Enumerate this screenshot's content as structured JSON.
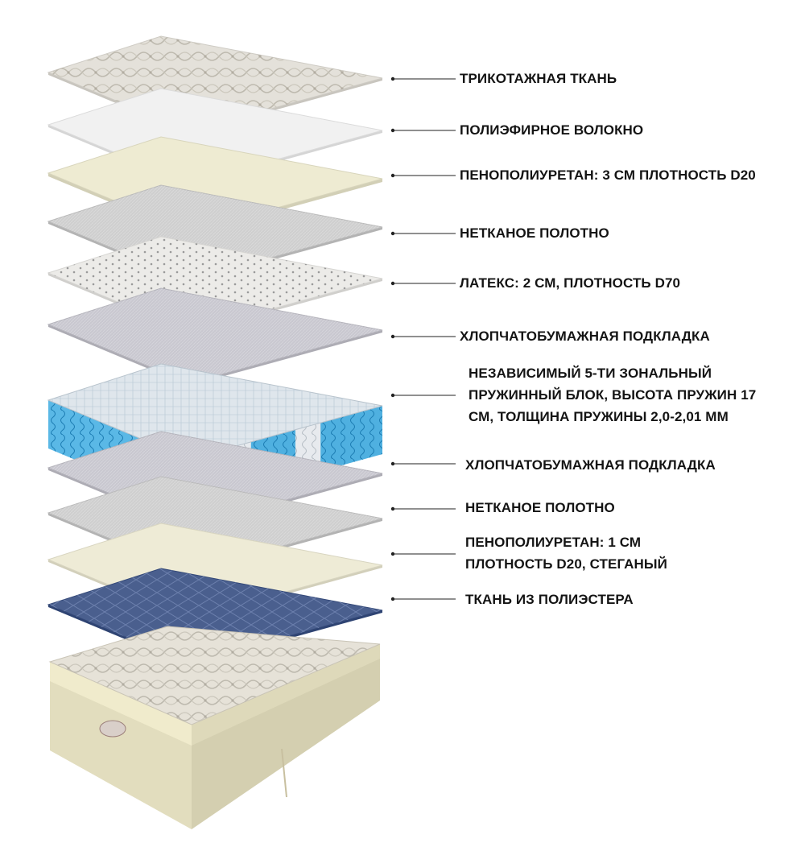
{
  "layers": [
    {
      "id": "knit-fabric",
      "label": "ТРИКОТАЖНАЯ ТКАНЬ",
      "color": "#e4e1da",
      "pattern": "quilt"
    },
    {
      "id": "polyester-fiber",
      "label": "ПОЛИЭФИРНОЕ ВОЛОКНО",
      "color": "#f1f1f1",
      "pattern": "none"
    },
    {
      "id": "foam-3cm",
      "label": "ПЕНОПОЛИУРЕТАН: 3 СМ ПЛОТНОСТЬ D20",
      "color": "#eeebd2",
      "pattern": "none"
    },
    {
      "id": "nonwoven-1",
      "label": "НЕТКАНОЕ ПОЛОТНО",
      "color": "#cfcfcf",
      "pattern": "fine"
    },
    {
      "id": "latex",
      "label": "ЛАТЕКС: 2 СМ, ПЛОТНОСТЬ D70",
      "color": "#ecebe8",
      "pattern": "dots"
    },
    {
      "id": "cotton-1",
      "label": "ХЛОПЧАТОБУМАЖНАЯ ПОДКЛАДКА",
      "color": "#c9c8d0",
      "pattern": "fine"
    },
    {
      "id": "spring-block",
      "label": "НЕЗАВИСИМЫЙ 5-ТИ ЗОНАЛЬНЫЙ\nПРУЖИННЫЙ БЛОК, ВЫСОТА ПРУЖИН 17\nСМ, ТОЛЩИНА ПРУЖИНЫ 2,0-2,01 ММ",
      "color": "#8fd0ee",
      "pattern": "springs"
    },
    {
      "id": "cotton-2",
      "label": "ХЛОПЧАТОБУМАЖНАЯ ПОДКЛАДКА",
      "color": "#c9c8d0",
      "pattern": "fine"
    },
    {
      "id": "nonwoven-2",
      "label": "НЕТКАНОЕ ПОЛОТНО",
      "color": "#cfcfcf",
      "pattern": "fine"
    },
    {
      "id": "foam-1cm",
      "label": "ПЕНОПОЛИУРЕТАН: 1 СМ\nПЛОТНОСТЬ D20, СТЕГАНЫЙ",
      "color": "#eeebd6",
      "pattern": "none"
    },
    {
      "id": "polyester-fabric",
      "label": "ТКАНЬ ИЗ ПОЛИЭСТЕРА",
      "color": "#4a5f8e",
      "pattern": "diamond"
    }
  ],
  "mattress": {
    "top_color": "#e6e2d8",
    "side_color": "#eae5c6"
  },
  "colors": {
    "text": "#141414",
    "leader_line": "#222222"
  }
}
